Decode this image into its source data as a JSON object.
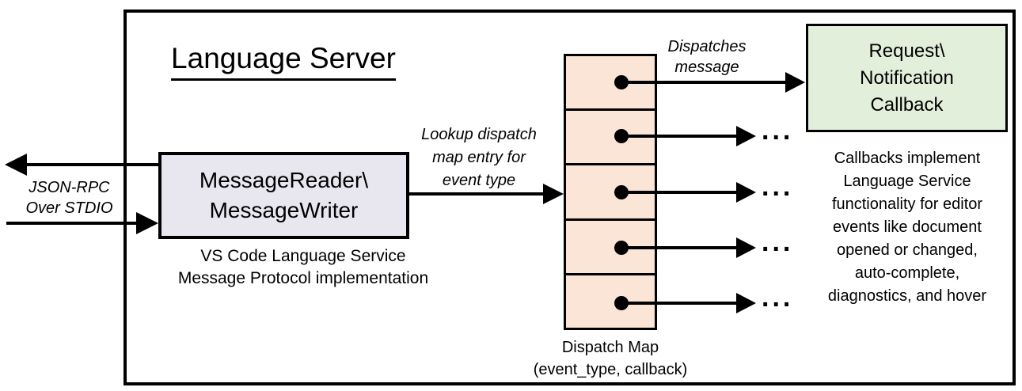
{
  "diagram": {
    "title": "Language Server",
    "reader_box": {
      "line1": "MessageReader\\",
      "line2": "MessageWriter"
    },
    "reader_caption": {
      "line1": "VS Code Language Service",
      "line2": "Message Protocol implementation"
    },
    "io_label": {
      "line1": "JSON-RPC",
      "line2": "Over STDIO"
    },
    "lookup_label": {
      "line1": "Lookup dispatch",
      "line2": "map entry for",
      "line3": "event type"
    },
    "dispatches_label": {
      "line1": "Dispatches",
      "line2": "message"
    },
    "callback_box": {
      "line1": "Request\\",
      "line2": "Notification",
      "line3": "Callback"
    },
    "callback_note": {
      "lines": [
        "Callbacks implement",
        "Language Service",
        "functionality for editor",
        "events like document",
        "opened or changed,",
        "auto-complete,",
        "diagnostics, and hover"
      ]
    },
    "dispatch_map": {
      "label_line1": "Dispatch Map",
      "label_line2": "(event_type, callback)",
      "cell_count": 5
    },
    "ellipsis": "...",
    "colors": {
      "reader_fill": "#e8e7ef",
      "cell_fill": "#fbe5d6",
      "callback_fill": "#e2efda",
      "stroke": "#000000"
    }
  }
}
